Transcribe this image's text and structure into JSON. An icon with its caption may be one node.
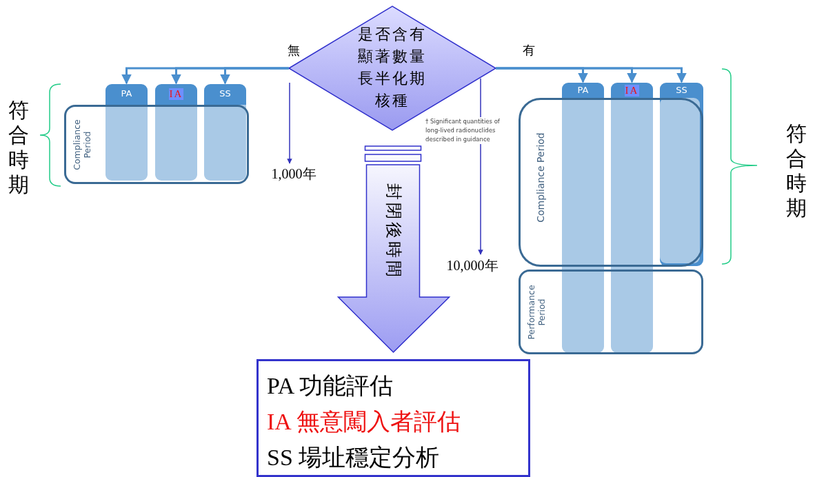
{
  "diagram": {
    "nodes": [
      {
        "text": [
          "是否含有顯著數量長半化期核種"
        ]
      },
      {
        "text": [
          "Compliance Period"
        ]
      },
      {
        "text": [
          "PA"
        ]
      },
      {
        "text": [
          "IA"
        ]
      },
      {
        "text": [
          "SS"
        ]
      },
      {
        "text": [
          "Compliance Period"
        ]
      },
      {
        "text": [
          "Performance Period"
        ]
      },
      {
        "text": [
          "PA"
        ]
      },
      {
        "text": [
          "IA"
        ]
      },
      {
        "text": [
          "SS"
        ]
      },
      {
        "text": [
          "1,000年"
        ]
      },
      {
        "text": [
          "10,000年"
        ]
      },
      {
        "text": [
          "PA 功能評估",
          "IA 無意闖入者評估",
          "SS 場址穩定分析"
        ]
      }
    ],
    "edges": [
      {
        "from": 0,
        "to": 2,
        "arrow": "to",
        "label": "無"
      },
      {
        "from": 0,
        "to": 3,
        "arrow": "to"
      },
      {
        "from": 0,
        "to": 4,
        "arrow": "to"
      },
      {
        "from": 0,
        "to": 7,
        "arrow": "to",
        "label": "有"
      },
      {
        "from": 0,
        "to": 8,
        "arrow": "to"
      },
      {
        "from": 0,
        "to": 9,
        "arrow": "to"
      },
      {
        "from": null,
        "to": 10,
        "arrow": "to",
        "color": "#3333bb"
      },
      {
        "from": 0,
        "to": 11,
        "arrow": "to",
        "color": "#3333bb"
      },
      {
        "from": 0,
        "to": 12,
        "arrow": "to",
        "label": "封閉後時間",
        "style": "thick"
      }
    ],
    "labels": [
      "符合時期",
      "† Significant quantities of long-lived radionuclides described in guidance",
      "符合時期"
    ]
  }
}
